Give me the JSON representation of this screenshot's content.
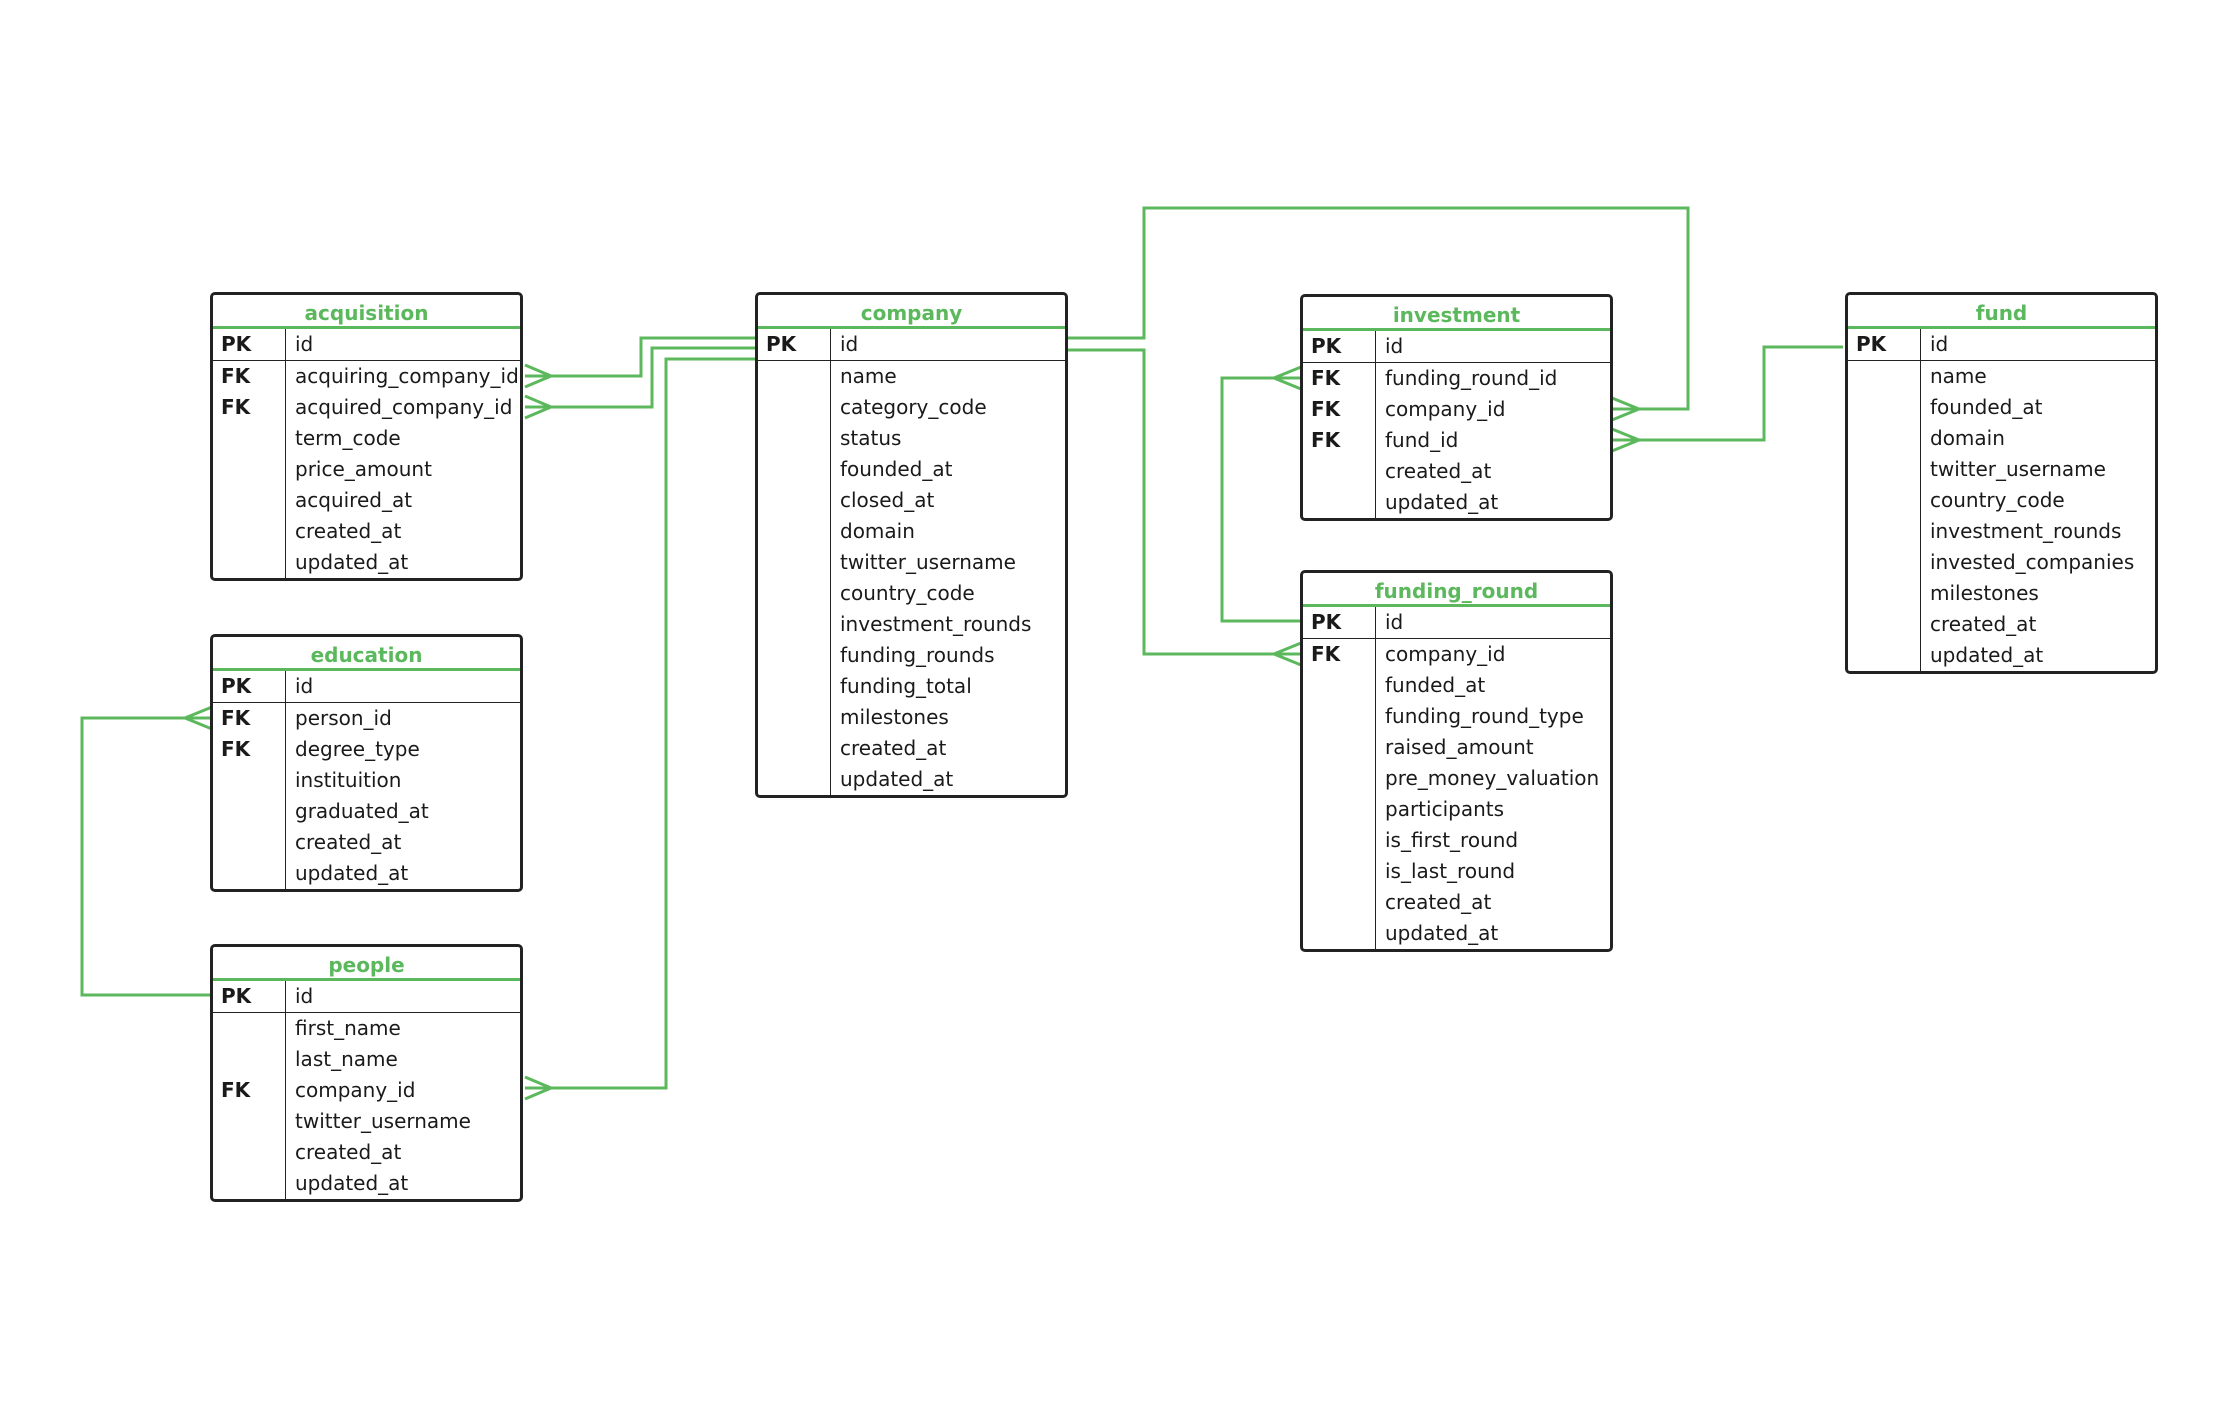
{
  "colors": {
    "accent": "#5cb85c",
    "border": "#222222",
    "text": "#1a1a1a"
  },
  "tables": {
    "acquisition": {
      "title": "acquisition",
      "rows": [
        {
          "key": "PK",
          "field": "id"
        },
        {
          "key": "FK",
          "field": "acquiring_company_id"
        },
        {
          "key": "FK",
          "field": "acquired_company_id"
        },
        {
          "key": "",
          "field": "term_code"
        },
        {
          "key": "",
          "field": "price_amount"
        },
        {
          "key": "",
          "field": "acquired_at"
        },
        {
          "key": "",
          "field": "created_at"
        },
        {
          "key": "",
          "field": "updated_at"
        }
      ]
    },
    "education": {
      "title": "education",
      "rows": [
        {
          "key": "PK",
          "field": "id"
        },
        {
          "key": "FK",
          "field": "person_id"
        },
        {
          "key": "FK",
          "field": "degree_type"
        },
        {
          "key": "",
          "field": "instituition"
        },
        {
          "key": "",
          "field": "graduated_at"
        },
        {
          "key": "",
          "field": "created_at"
        },
        {
          "key": "",
          "field": "updated_at"
        }
      ]
    },
    "people": {
      "title": "people",
      "rows": [
        {
          "key": "PK",
          "field": "id"
        },
        {
          "key": "",
          "field": "first_name"
        },
        {
          "key": "",
          "field": "last_name"
        },
        {
          "key": "FK",
          "field": "company_id"
        },
        {
          "key": "",
          "field": "twitter_username"
        },
        {
          "key": "",
          "field": "created_at"
        },
        {
          "key": "",
          "field": "updated_at"
        }
      ]
    },
    "company": {
      "title": "company",
      "rows": [
        {
          "key": "PK",
          "field": "id"
        },
        {
          "key": "",
          "field": "name"
        },
        {
          "key": "",
          "field": "category_code"
        },
        {
          "key": "",
          "field": "status"
        },
        {
          "key": "",
          "field": "founded_at"
        },
        {
          "key": "",
          "field": "closed_at"
        },
        {
          "key": "",
          "field": "domain"
        },
        {
          "key": "",
          "field": "twitter_username"
        },
        {
          "key": "",
          "field": "country_code"
        },
        {
          "key": "",
          "field": "investment_rounds"
        },
        {
          "key": "",
          "field": "funding_rounds"
        },
        {
          "key": "",
          "field": "funding_total"
        },
        {
          "key": "",
          "field": "milestones"
        },
        {
          "key": "",
          "field": "created_at"
        },
        {
          "key": "",
          "field": "updated_at"
        }
      ]
    },
    "investment": {
      "title": "investment",
      "rows": [
        {
          "key": "PK",
          "field": "id"
        },
        {
          "key": "FK",
          "field": "funding_round_id"
        },
        {
          "key": "FK",
          "field": "company_id"
        },
        {
          "key": "FK",
          "field": "fund_id"
        },
        {
          "key": "",
          "field": "created_at"
        },
        {
          "key": "",
          "field": "updated_at"
        }
      ]
    },
    "funding_round": {
      "title": "funding_round",
      "rows": [
        {
          "key": "PK",
          "field": "id"
        },
        {
          "key": "FK",
          "field": "company_id"
        },
        {
          "key": "",
          "field": "funded_at"
        },
        {
          "key": "",
          "field": "funding_round_type"
        },
        {
          "key": "",
          "field": "raised_amount"
        },
        {
          "key": "",
          "field": "pre_money_valuation"
        },
        {
          "key": "",
          "field": "participants"
        },
        {
          "key": "",
          "field": "is_first_round"
        },
        {
          "key": "",
          "field": "is_last_round"
        },
        {
          "key": "",
          "field": "created_at"
        },
        {
          "key": "",
          "field": "updated_at"
        }
      ]
    },
    "fund": {
      "title": "fund",
      "rows": [
        {
          "key": "PK",
          "field": "id"
        },
        {
          "key": "",
          "field": "name"
        },
        {
          "key": "",
          "field": "founded_at"
        },
        {
          "key": "",
          "field": "domain"
        },
        {
          "key": "",
          "field": "twitter_username"
        },
        {
          "key": "",
          "field": "country_code"
        },
        {
          "key": "",
          "field": "investment_rounds"
        },
        {
          "key": "",
          "field": "invested_companies"
        },
        {
          "key": "",
          "field": "milestones"
        },
        {
          "key": "",
          "field": "created_at"
        },
        {
          "key": "",
          "field": "updated_at"
        }
      ]
    }
  }
}
